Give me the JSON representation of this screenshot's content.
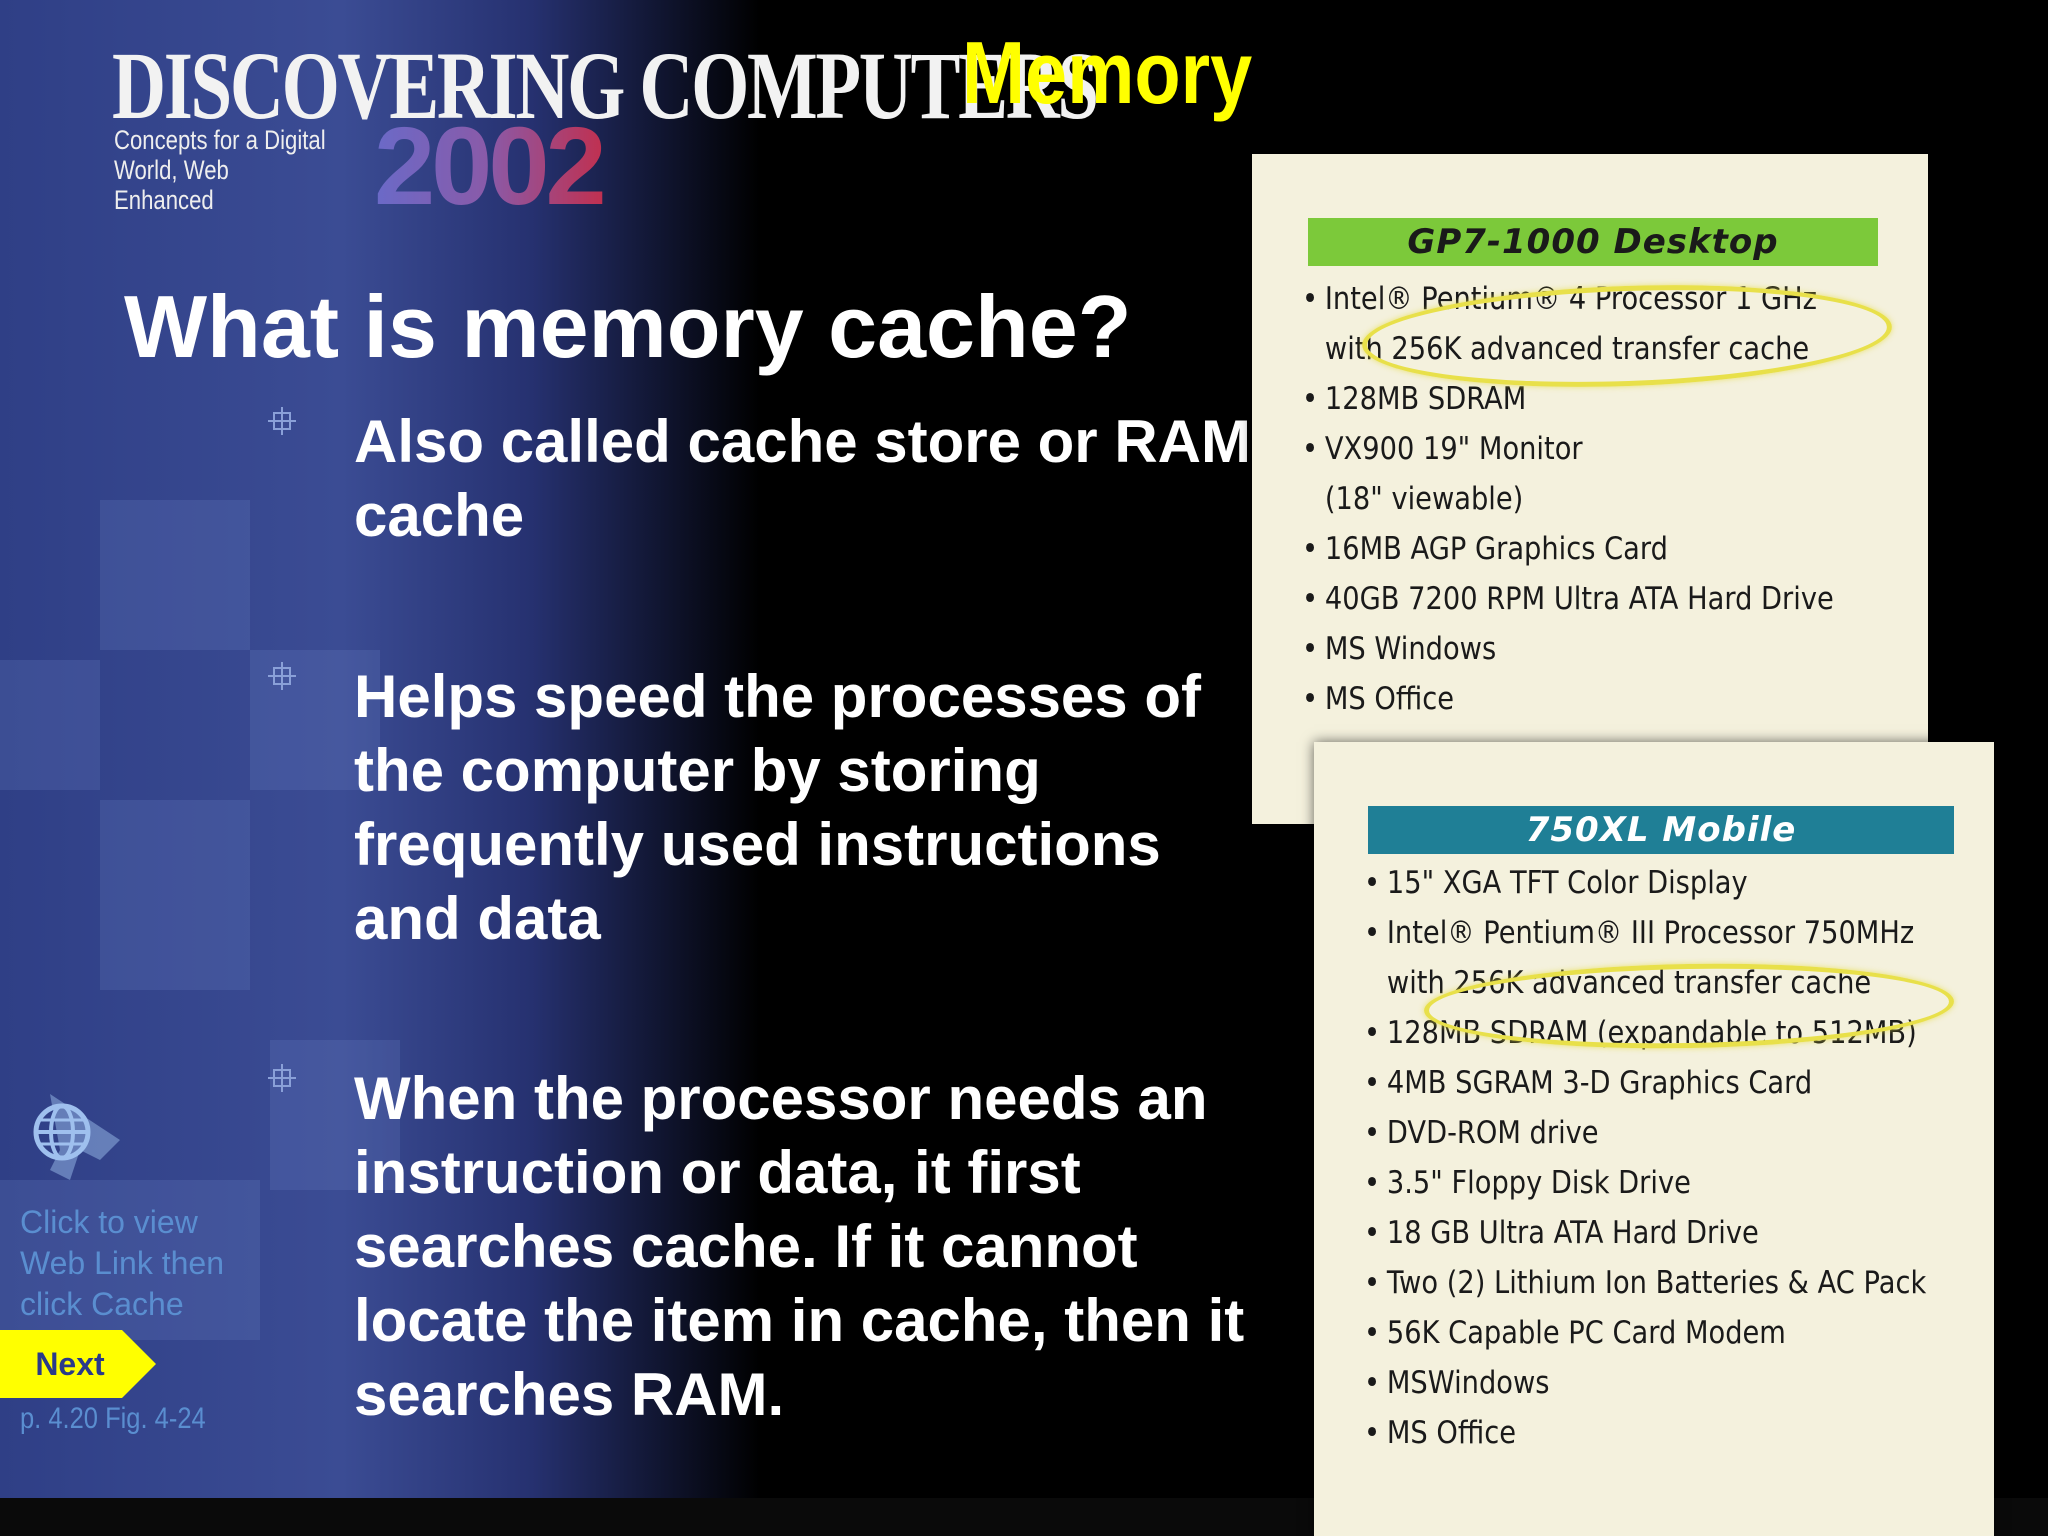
{
  "logo": {
    "main": "DISCOVERING COMPUTERS",
    "subtitle_line1": "Concepts for a Digital",
    "subtitle_line2": "World, Web Enhanced",
    "year": "2002"
  },
  "section_title": "Memory",
  "heading": "What is memory cache?",
  "bullets": [
    "Also called cache store or RAM cache",
    "Helps speed the processes of the computer by storing frequently used instructions and data",
    "When the processor needs an instruction or data, it first searches cache. If it cannot locate the item in cache, then it searches RAM."
  ],
  "desktop_card": {
    "title": "GP7-1000 Desktop",
    "items": [
      "Intel® Pentium® 4 Processor 1 GHz",
      "with 256K advanced transfer cache",
      "128MB SDRAM",
      "VX900 19\" Monitor",
      "(18\" viewable)",
      "16MB AGP Graphics Card",
      "40GB 7200 RPM Ultra ATA Hard Drive",
      "MS Windows",
      "MS Office"
    ]
  },
  "mobile_card": {
    "title": "750XL Mobile",
    "items": [
      "15\" XGA TFT Color Display",
      "Intel® Pentium® III Processor 750MHz",
      "with 256K advanced transfer cache",
      "128MB SDRAM (expandable to 512MB)",
      "4MB SGRAM 3-D Graphics Card",
      "DVD-ROM drive",
      "3.5\" Floppy Disk Drive",
      "18 GB Ultra ATA Hard Drive",
      "Two (2) Lithium Ion Batteries & AC Pack",
      "56K Capable PC Card Modem",
      "MSWindows",
      "MS Office"
    ]
  },
  "sidebar": {
    "weblink_text": "Click to view Web Link then click Cache",
    "next_label": "Next",
    "page_ref": "p. 4.20 Fig. 4-24"
  },
  "colors": {
    "section_title": "#ffff00",
    "desktop_header": "#7cc93a",
    "mobile_header": "#1f7f96",
    "link_text": "#5a8ed0",
    "next_button": "#ffff00"
  }
}
